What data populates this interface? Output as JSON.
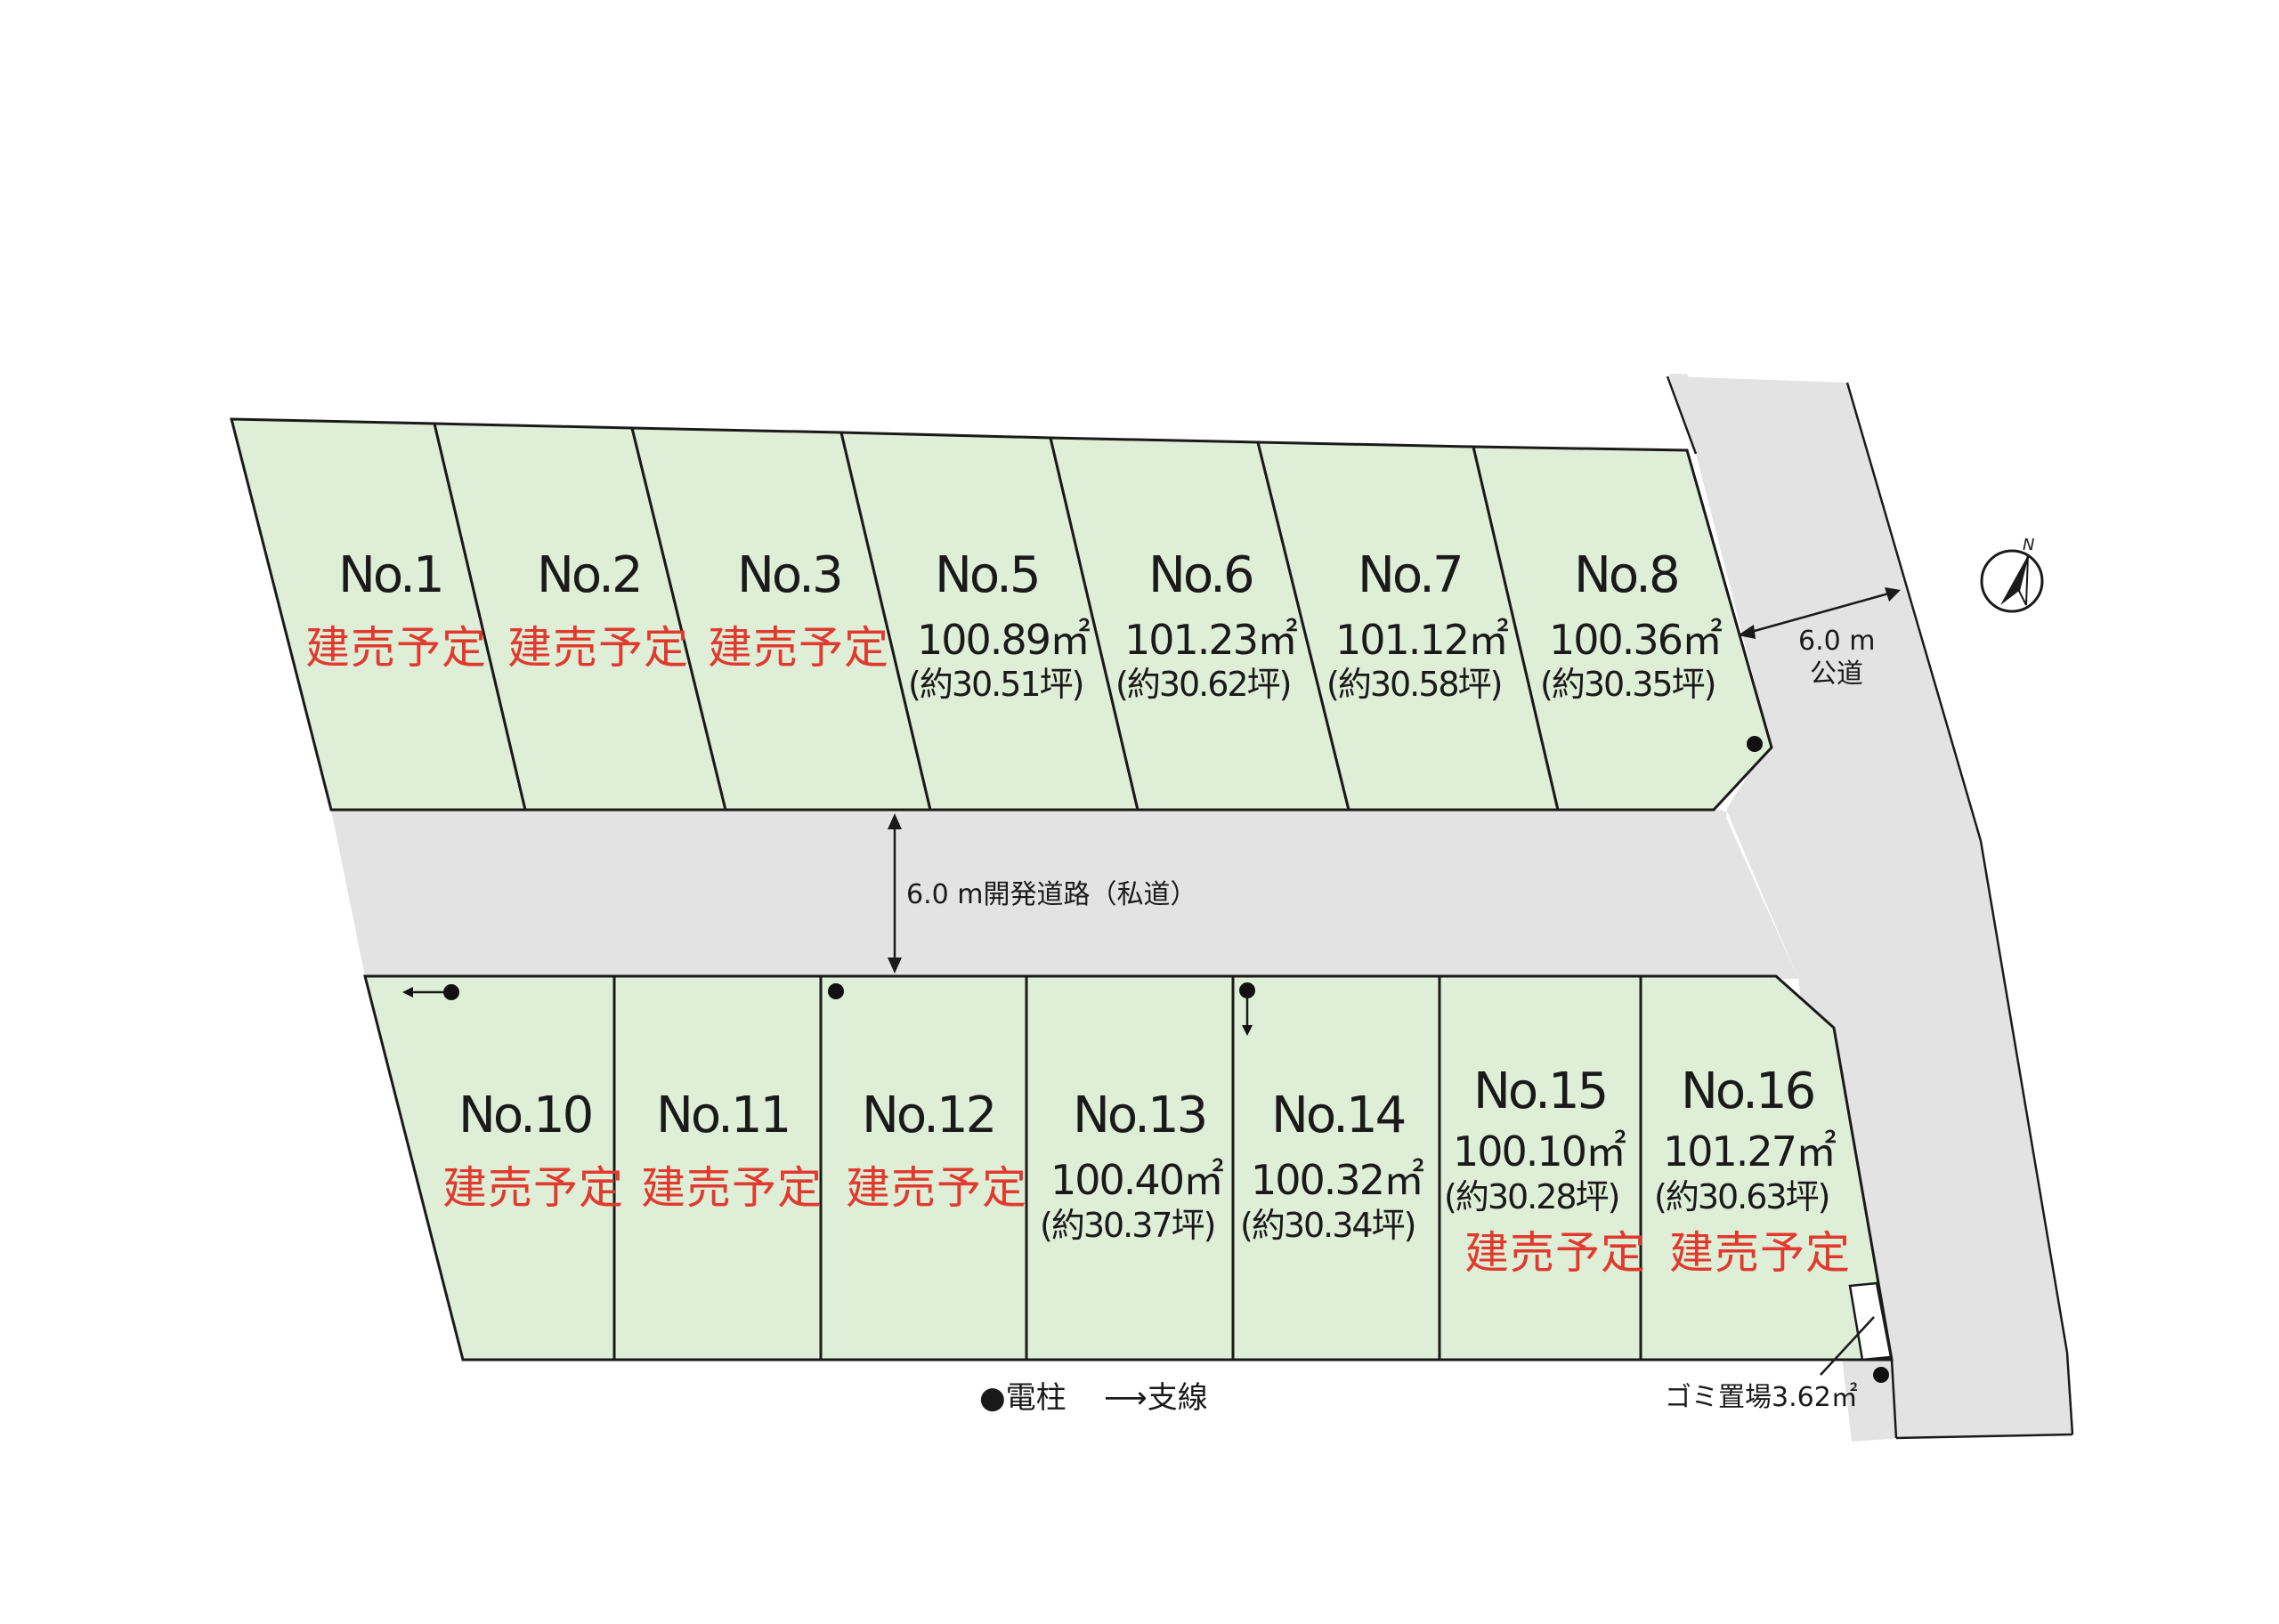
{
  "lots_north": [
    {
      "no": "No.1",
      "status": "建売予定"
    },
    {
      "no": "No.2",
      "status": "建売予定"
    },
    {
      "no": "No.3",
      "status": "建売予定"
    },
    {
      "no": "No.5",
      "area": "100.89㎡",
      "tsubo": "(約30.51坪)"
    },
    {
      "no": "No.6",
      "area": "101.23㎡",
      "tsubo": "(約30.62坪)"
    },
    {
      "no": "No.7",
      "area": "101.12㎡",
      "tsubo": "(約30.58坪)"
    },
    {
      "no": "No.8",
      "area": "100.36㎡",
      "tsubo": "(約30.35坪)"
    }
  ],
  "lots_south": [
    {
      "no": "No.10",
      "status": "建売予定"
    },
    {
      "no": "No.11",
      "status": "建売予定"
    },
    {
      "no": "No.12",
      "status": "建売予定"
    },
    {
      "no": "No.13",
      "area": "100.40㎡",
      "tsubo": "(約30.37坪)"
    },
    {
      "no": "No.14",
      "area": "100.32㎡",
      "tsubo": "(約30.34坪)"
    },
    {
      "no": "No.15",
      "area": "100.10㎡",
      "tsubo": "(約30.28坪)",
      "status": "建売予定"
    },
    {
      "no": "No.16",
      "area": "101.27㎡",
      "tsubo": "(約30.63坪)",
      "status": "建売予定"
    }
  ],
  "roads": {
    "private_road": "6.0 m開発道路（私道）",
    "public_width": "6.0 m",
    "public_label": "公道"
  },
  "garbage": "ゴミ置場3.62㎡",
  "legend": {
    "pole": "●電柱",
    "guy": "⟶支線"
  },
  "compass": {
    "north": "N"
  },
  "colors": {
    "lot_fill": "#dfeed6",
    "road_fill": "#e3e3e3",
    "status_red": "#e03a2e"
  }
}
